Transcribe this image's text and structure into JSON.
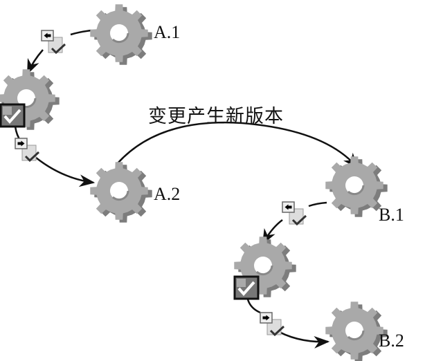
{
  "title": "变更产生新版本",
  "labels": {
    "a1": "A.1",
    "a2": "A.2",
    "b1": "B.1",
    "b2": "B.2"
  },
  "colors": {
    "gear": "#a9a9a9",
    "gear_dark": "#7d7d7d",
    "line": "#111111"
  }
}
